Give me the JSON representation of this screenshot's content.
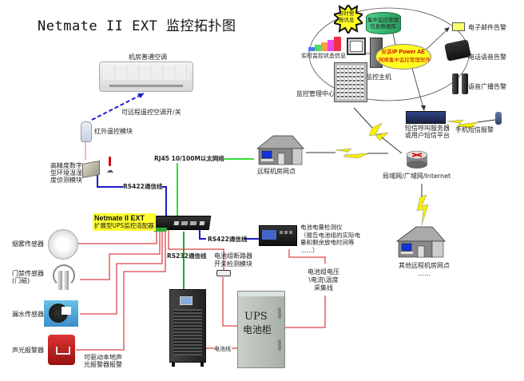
{
  "title": "Netmate II EXT 监控拓扑图",
  "colors": {
    "rs422_line": "#1a1acc",
    "ethernet_line": "#33dd33",
    "sensor_line": "#dd3333",
    "rs232_line": "#22aa22",
    "lightning": "#f5f000",
    "software_ellipse": "#ffff22",
    "device_label_bg": "#ffff33"
  },
  "air_conditioner": {
    "label": "机房普通空调",
    "remote_label": "可远程遥控空调开/关"
  },
  "ir_module": {
    "label": "红外遥控模块"
  },
  "env_sensor": {
    "label": "高精度数字\n型环境温湿\n度侦测模块"
  },
  "rs422_top": {
    "label": "RS422通信线"
  },
  "ethernet": {
    "label": "RJ45 10/100M以太网络"
  },
  "remote_site": {
    "label": "远程机房网点"
  },
  "device": {
    "name": "Netmate II EXT",
    "subtitle": "扩展型UPS监控适配器"
  },
  "sensors": [
    {
      "label": "烟雾传感器"
    },
    {
      "label": "门禁传感器\n(门磁)"
    },
    {
      "label": "漏水传感器"
    },
    {
      "label": "声光报警器"
    }
  ],
  "alarm_drive_label": "可驱动本地声\n光报警器报警",
  "rs232": {
    "label": "RS232通信线"
  },
  "rs422_right": {
    "label": "RS422通信线"
  },
  "breaker_module": {
    "label": "电池组断路器\n开关检测模块"
  },
  "battery_meter": {
    "label": "电池电量检测仪\n（报告电池组的实际电\n量和剩余放电时间等\n……）"
  },
  "battery_collect": {
    "label": "电池组电压\n\\电流\\温度\n采集线"
  },
  "ups_cabinet": {
    "line1": "UPS",
    "line2": "电池柜"
  },
  "battery_cable": {
    "label": "电池线"
  },
  "monitoring_center": {
    "label": "监控管理中心",
    "host_label": "监控主机",
    "realtime_label": "实时监控状态信息",
    "alarm_burst": "即时警\n报讯息",
    "database": "集中监控管理\n信息数据库",
    "software_line1_prefix": "安装",
    "software_line1_name": "IP Power AE",
    "software_line2": "网络集中监控管理软件",
    "bar_values": [
      "1",
      "2",
      "3",
      "4",
      "5"
    ]
  },
  "alerts": [
    {
      "label": "电子邮件告警",
      "icon": "envelope-icon"
    },
    {
      "label": "电话语音告警",
      "icon": "telephone-icon"
    },
    {
      "label": "语音广播告警",
      "icon": "speaker-icon"
    }
  ],
  "sms_server": {
    "label": "短信呼叫服务器\n或用户短信平台"
  },
  "mobile": {
    "label": "手机短信报警"
  },
  "internet": {
    "label": "局域网/广域网/Internet"
  },
  "other_sites": {
    "label": "其他远程机房网点\n……"
  }
}
